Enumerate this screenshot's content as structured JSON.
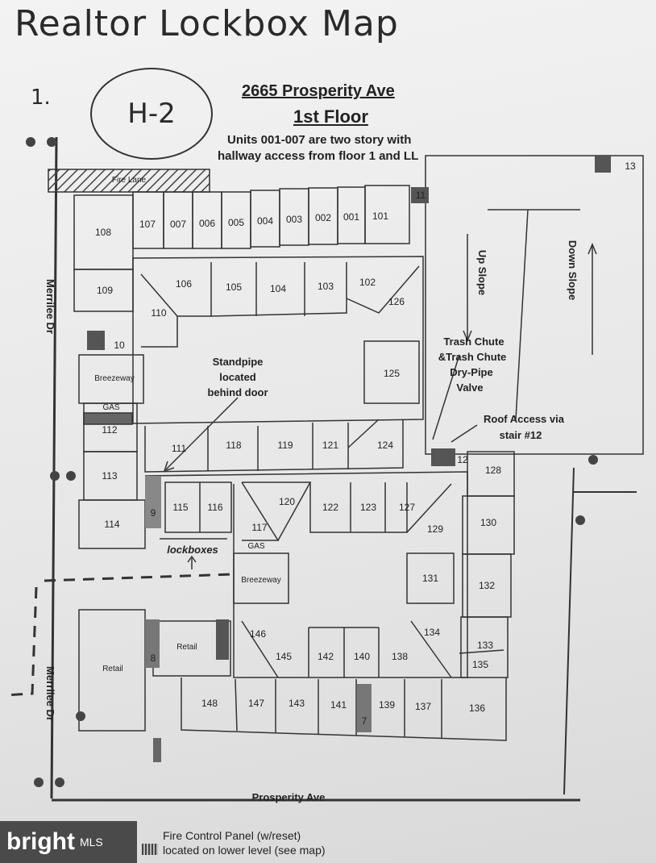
{
  "header": {
    "main_title": "Realtor Lockbox Map",
    "index_number": "1.",
    "circle_label": "H-2",
    "address": "2665 Prosperity Ave",
    "floor": "1st Floor",
    "note_line1": "Units 001-007 are two story with",
    "note_line2": "hallway access from floor 1 and LL"
  },
  "streets": {
    "west": "Merrilee Dr",
    "south": "Prosperity Ave",
    "fire_lane": "Fire Lane"
  },
  "units": {
    "u108": "108",
    "u107": "107",
    "u007": "007",
    "u006": "006",
    "u005": "005",
    "u004": "004",
    "u003": "003",
    "u002": "002",
    "u001": "001",
    "u101": "101",
    "u109": "109",
    "u106": "106",
    "u105": "105",
    "u104": "104",
    "u103": "103",
    "u102": "102",
    "u126": "126",
    "u110": "110",
    "u125": "125",
    "u112": "112",
    "u111": "111",
    "u118": "118",
    "u119": "119",
    "u121": "121",
    "u124": "124",
    "u113": "113",
    "u114": "114",
    "u115": "115",
    "u116": "116",
    "u117": "117",
    "u120": "120",
    "u122": "122",
    "u123": "123",
    "u127": "127",
    "u129": "129",
    "u128": "128",
    "u130": "130",
    "u131": "131",
    "u132": "132",
    "u133": "133",
    "u135": "135",
    "u134": "134",
    "u146": "146",
    "u145": "145",
    "u142": "142",
    "u140": "140",
    "u138": "138",
    "u148": "148",
    "u147": "147",
    "u143": "143",
    "u141": "141",
    "u139": "139",
    "u137": "137",
    "u136": "136"
  },
  "labels": {
    "breezeway": "Breezeway",
    "breezeway2": "Breezeway",
    "gas": "GAS",
    "gas2": "GAS",
    "retail": "Retail",
    "retail2": "Retail",
    "standpipe_1": "Standpipe",
    "standpipe_2": "located",
    "standpipe_3": "behind door",
    "lockboxes": "lockboxes",
    "trash_1": "Trash Chute",
    "trash_2": "&Trash Chute",
    "trash_3": "Dry-Pipe",
    "trash_4": "Valve",
    "roof_1": "Roof Access via",
    "roof_2": "stair #12",
    "up_slope": "Up Slope",
    "down_slope": "Down Slope",
    "stair_10": "10",
    "stair_11": "11",
    "stair_13": "13",
    "stair_8": "8",
    "stair_9": "9",
    "stair_7": "7",
    "stair_12": "12"
  },
  "legend": {
    "line1": "Fire Control Panel (w/reset)",
    "line2": "located on lower level (see map)"
  },
  "watermark": {
    "brand": "bright",
    "mls": "MLS"
  }
}
